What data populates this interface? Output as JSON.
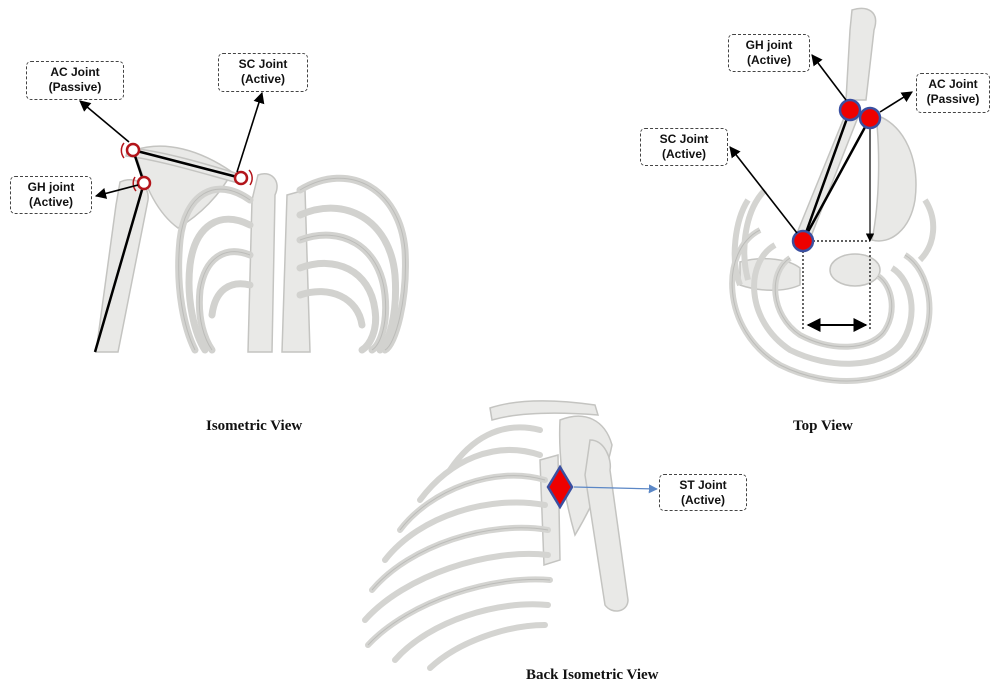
{
  "views": {
    "isometric": {
      "caption": "Isometric View",
      "labels": {
        "ac": {
          "line1": "AC Joint",
          "line2": "(Passive)"
        },
        "sc": {
          "line1": "SC Joint",
          "line2": "(Active)"
        },
        "gh": {
          "line1": "GH joint",
          "line2": "(Active)"
        }
      }
    },
    "top": {
      "caption": "Top View",
      "labels": {
        "gh": {
          "line1": "GH joint",
          "line2": "(Active)"
        },
        "ac": {
          "line1": "AC Joint",
          "line2": "(Passive)"
        },
        "sc": {
          "line1": "SC Joint",
          "line2": "(Active)"
        }
      }
    },
    "back": {
      "caption": "Back Isometric View",
      "labels": {
        "st": {
          "line1": "ST Joint",
          "line2": "(Active)"
        }
      }
    }
  },
  "colors": {
    "bone": "#e9e9e7",
    "bone_edge": "#c4c4c1",
    "joint_fill": "#ee0000",
    "joint_edge": "#3a4fa0",
    "ring": "#b3141a",
    "line": "#000000",
    "st_pointer": "#5b87c6"
  }
}
